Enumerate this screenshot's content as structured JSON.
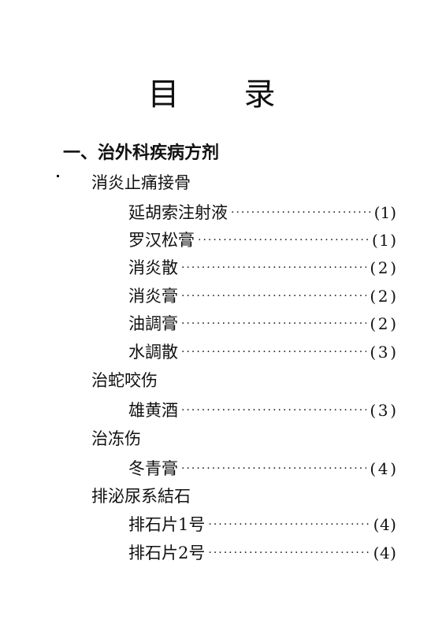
{
  "title_chars": [
    "目",
    "录"
  ],
  "chapter": {
    "label": "一、治外科疾病方剂"
  },
  "sections": [
    {
      "title": "消炎止痛接骨",
      "entries": [
        {
          "name": "延胡索注射液",
          "page": "1"
        },
        {
          "name": "罗汉松膏",
          "page": "1"
        },
        {
          "name": "消炎散",
          "page": "2"
        },
        {
          "name": "消炎膏",
          "page": "2"
        },
        {
          "name": "油調膏",
          "page": "2"
        },
        {
          "name": "水調散",
          "page": "3"
        }
      ]
    },
    {
      "title": "治蛇咬伤",
      "entries": [
        {
          "name": "雄黄酒",
          "page": "3"
        }
      ]
    },
    {
      "title": "治冻伤",
      "entries": [
        {
          "name": "冬青膏",
          "page": "4"
        }
      ]
    },
    {
      "title": "排泌尿系結石",
      "entries": [
        {
          "name": "排石片1号",
          "page": "4"
        },
        {
          "name": "排石片2号",
          "page": "4"
        }
      ]
    }
  ],
  "paren_open": "(",
  "paren_close": ")",
  "leader_dots": "·································································"
}
